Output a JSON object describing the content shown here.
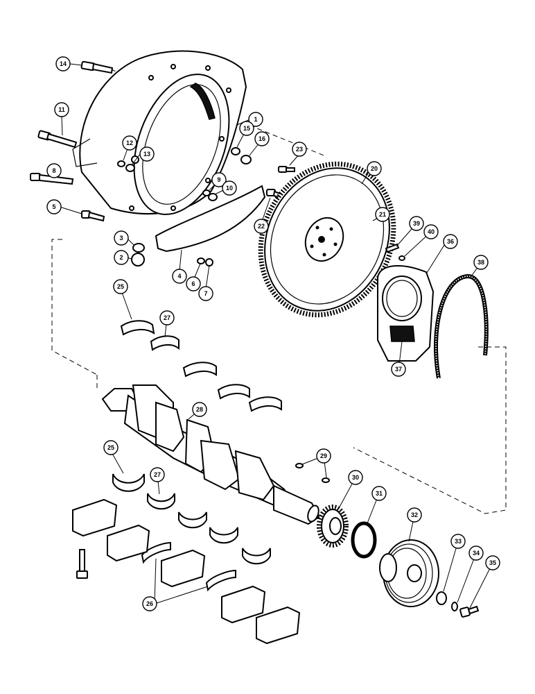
{
  "callouts": [
    {
      "id": "14",
      "label": "14"
    },
    {
      "id": "1",
      "label": "1"
    },
    {
      "id": "11",
      "label": "11"
    },
    {
      "id": "15",
      "label": "15"
    },
    {
      "id": "16",
      "label": "16"
    },
    {
      "id": "12",
      "label": "12"
    },
    {
      "id": "13",
      "label": "13"
    },
    {
      "id": "23",
      "label": "23"
    },
    {
      "id": "8",
      "label": "8"
    },
    {
      "id": "9",
      "label": "9"
    },
    {
      "id": "10",
      "label": "10"
    },
    {
      "id": "20",
      "label": "20"
    },
    {
      "id": "5",
      "label": "5"
    },
    {
      "id": "22",
      "label": "22"
    },
    {
      "id": "21",
      "label": "21"
    },
    {
      "id": "3",
      "label": "3"
    },
    {
      "id": "39",
      "label": "39"
    },
    {
      "id": "40",
      "label": "40"
    },
    {
      "id": "2",
      "label": "2"
    },
    {
      "id": "36",
      "label": "36"
    },
    {
      "id": "38",
      "label": "38"
    },
    {
      "id": "4",
      "label": "4"
    },
    {
      "id": "6",
      "label": "6"
    },
    {
      "id": "7",
      "label": "7"
    },
    {
      "id": "25a",
      "label": "25"
    },
    {
      "id": "27a",
      "label": "27"
    },
    {
      "id": "37",
      "label": "37"
    },
    {
      "id": "28",
      "label": "28"
    },
    {
      "id": "25b",
      "label": "25"
    },
    {
      "id": "29",
      "label": "29"
    },
    {
      "id": "27b",
      "label": "27"
    },
    {
      "id": "30",
      "label": "30"
    },
    {
      "id": "31",
      "label": "31"
    },
    {
      "id": "32",
      "label": "32"
    },
    {
      "id": "33",
      "label": "33"
    },
    {
      "id": "34",
      "label": "34"
    },
    {
      "id": "35",
      "label": "35"
    },
    {
      "id": "26",
      "label": "26"
    }
  ]
}
